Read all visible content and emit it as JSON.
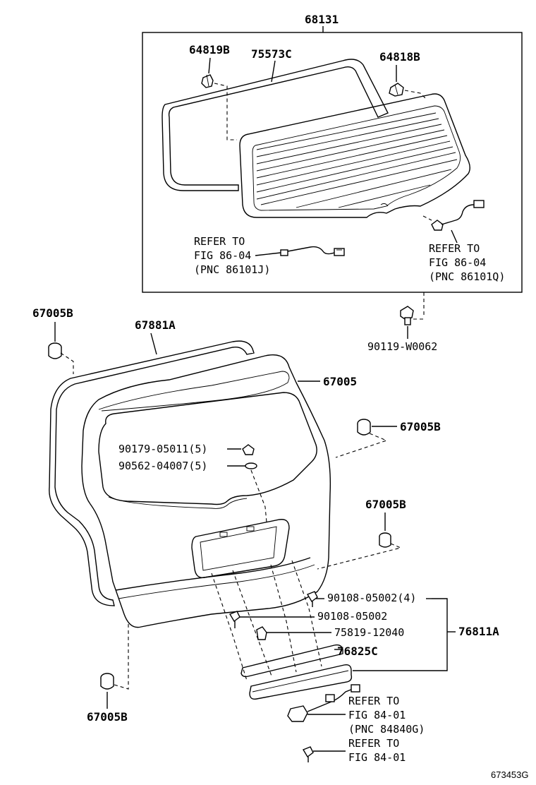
{
  "labels": {
    "assembly_68131": "68131",
    "p64819B": "64819B",
    "p75573C": "75573C",
    "p64818B": "64818B",
    "refer_left_1": "REFER TO",
    "refer_left_2": "FIG 86-04",
    "refer_left_3": "(PNC 86101J)",
    "refer_right_1": "REFER TO",
    "refer_right_2": "FIG 86-04",
    "refer_right_3": "(PNC 86101Q)",
    "p90119": "90119-W0062",
    "p67005B_tl": "67005B",
    "p67881A": "67881A",
    "p67005": "67005",
    "p67005B_r1": "67005B",
    "p90179": "90179-05011(5)",
    "p90562": "90562-04007(5)",
    "p67005B_r2": "67005B",
    "p90108_4": "90108-05002(4)",
    "p90108": "90108-05002",
    "p75819": "75819-12040",
    "p76811A": "76811A",
    "p76825C": "76825C",
    "refer_b1_1": "REFER TO",
    "refer_b1_2": "FIG 84-01",
    "refer_b1_3": "(PNC 84840G)",
    "refer_b2_1": "REFER TO",
    "refer_b2_2": "FIG 84-01",
    "p67005B_bl": "67005B",
    "figure_id": "673453G"
  }
}
